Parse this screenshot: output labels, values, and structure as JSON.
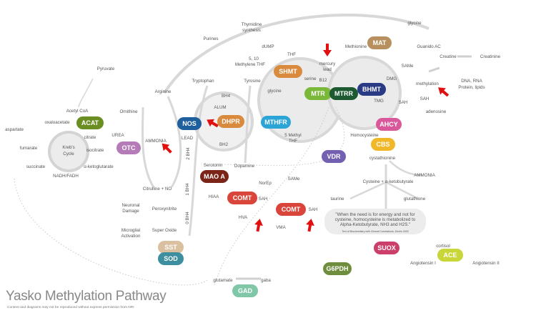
{
  "title": "Yasko Methylation Pathway",
  "copyright": "Content and diagrams may not be reproduced without express permission from NRI",
  "enzymes": [
    {
      "name": "ACAT",
      "color": "#6b8e23"
    },
    {
      "name": "OTC",
      "color": "#b57bb8"
    },
    {
      "name": "NOS",
      "color": "#1f5f9e"
    },
    {
      "name": "DHPR",
      "color": "#d98a3d"
    },
    {
      "name": "SHMT",
      "color": "#d98a3d"
    },
    {
      "name": "MTHFR",
      "color": "#2aa5d6"
    },
    {
      "name": "MTR",
      "color": "#7ab83a"
    },
    {
      "name": "MTRR",
      "color": "#1d5a32"
    },
    {
      "name": "BHMT",
      "color": "#2b3a85"
    },
    {
      "name": "MAT",
      "color": "#b89060"
    },
    {
      "name": "AHCY",
      "color": "#d9589b"
    },
    {
      "name": "CBS",
      "color": "#f0b829"
    },
    {
      "name": "VDR",
      "color": "#7360b0"
    },
    {
      "name": "MAO A",
      "color": "#7a2518"
    },
    {
      "name": "COMT",
      "color": "#d9453a"
    },
    {
      "name": "COMT",
      "color": "#d9453a"
    },
    {
      "name": "SST",
      "color": "#dbc0a0"
    },
    {
      "name": "SOD",
      "color": "#3d8fa0"
    },
    {
      "name": "GAD",
      "color": "#7fc7a6"
    },
    {
      "name": "SUOX",
      "color": "#cc3f6a"
    },
    {
      "name": "G6PDH",
      "color": "#6e8e3e"
    },
    {
      "name": "ACE",
      "color": "#c8d63a"
    }
  ],
  "labels": [
    "Pyruvate",
    "Arginine",
    "Acetyl CoA",
    "oxaloacetate",
    "aspartate",
    "citrate",
    "UREA",
    "Ornithine",
    "AMMONIA",
    "fumarate",
    "Kreb's",
    "Cycle",
    "isocitrate",
    "succinate",
    "α-ketoglutarate",
    "NADH/FADH",
    "Citrulline + NO",
    "Purines",
    "Thymidine",
    "synthesis",
    "dUMP",
    "5, 10",
    "Methylene THF",
    "THF",
    "mercury",
    "lead",
    "Methionine",
    "glycine",
    "Guanido AC",
    "Creatine",
    "Creatinine",
    "SAMe",
    "DMG",
    "methylation",
    "DNA, RNA",
    "Protein, lipids",
    "SAH",
    "SAH",
    "TMG",
    "adenosine",
    "serine",
    "glycine",
    "Tryptophan",
    "Tyrosine",
    "BH4",
    "ALUM",
    "LEAD",
    "BH2",
    "5 Methyl",
    "THF",
    "Homocysteine",
    "cystathionine",
    "AMMONIA",
    "Cysteine + α-ketobutyrate",
    "taurine",
    "glutathione",
    "Serotonin",
    "Dopamine",
    "NorEp",
    "SAMe",
    "HIAA",
    "SAH",
    "SAH",
    "HVA",
    "VMA",
    "Neuronal",
    "Damage",
    "Peroxynitrite",
    "Microglial",
    "Activation",
    "Super Oxide",
    "glutamate",
    "gaba",
    "cortisol",
    "Angiotensin I",
    "Angiotensin II",
    "B12"
  ],
  "bh4_labels": [
    "2 BH4",
    "1 BH4",
    "0 BH4"
  ],
  "quote": {
    "lines": [
      "\"When the need is for energy and not for",
      "cysteine, homocysteine is metabolized to",
      "Alpha-Ketobutyrate, NH3 and H2S.\""
    ],
    "citation": "Text of Biochemistry with Clinical Correlations, Devlin 2002"
  }
}
